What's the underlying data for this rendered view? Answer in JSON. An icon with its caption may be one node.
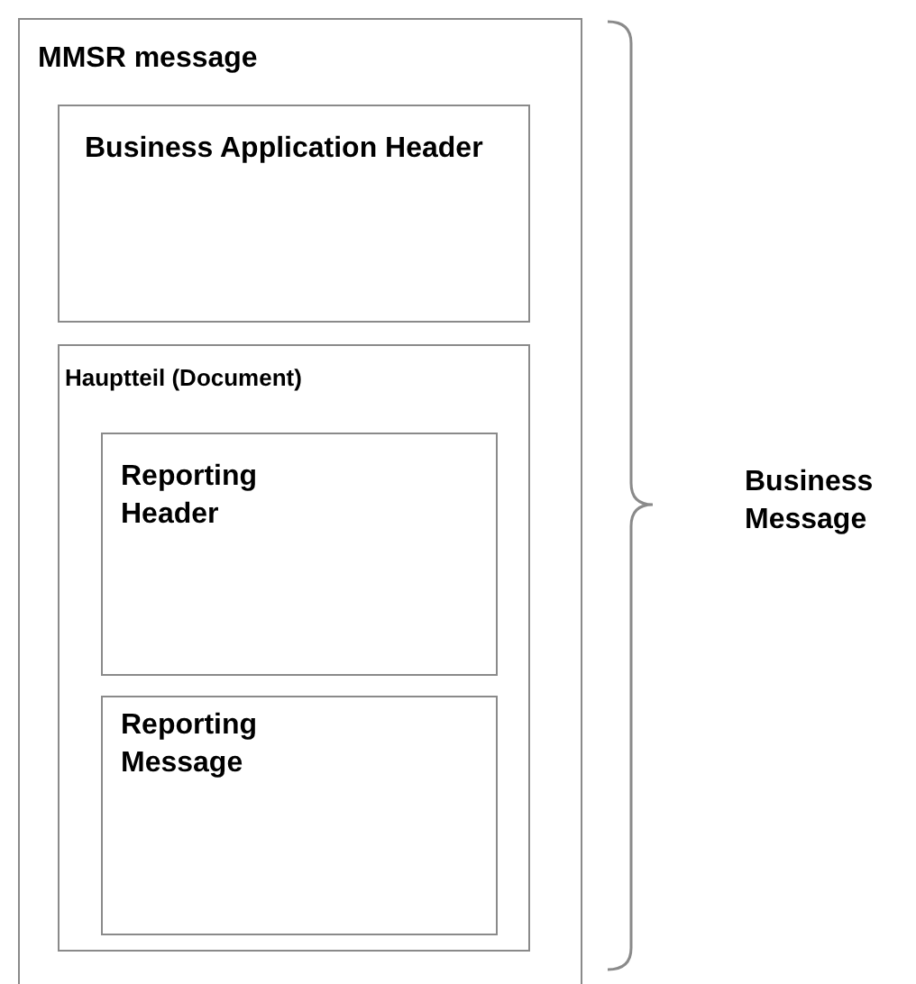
{
  "diagram": {
    "nodes": [
      {
        "text": [
          "MMSR message"
        ]
      },
      {
        "text": [
          "Business Application Header"
        ],
        "in": 0
      },
      {
        "text": [
          "Hauptteil (Document)"
        ],
        "in": 0
      },
      {
        "text": [
          "Reporting Header"
        ],
        "in": 2
      },
      {
        "text": [
          "Reporting Message"
        ],
        "in": 2
      }
    ],
    "labels": [
      "Business Message"
    ]
  }
}
